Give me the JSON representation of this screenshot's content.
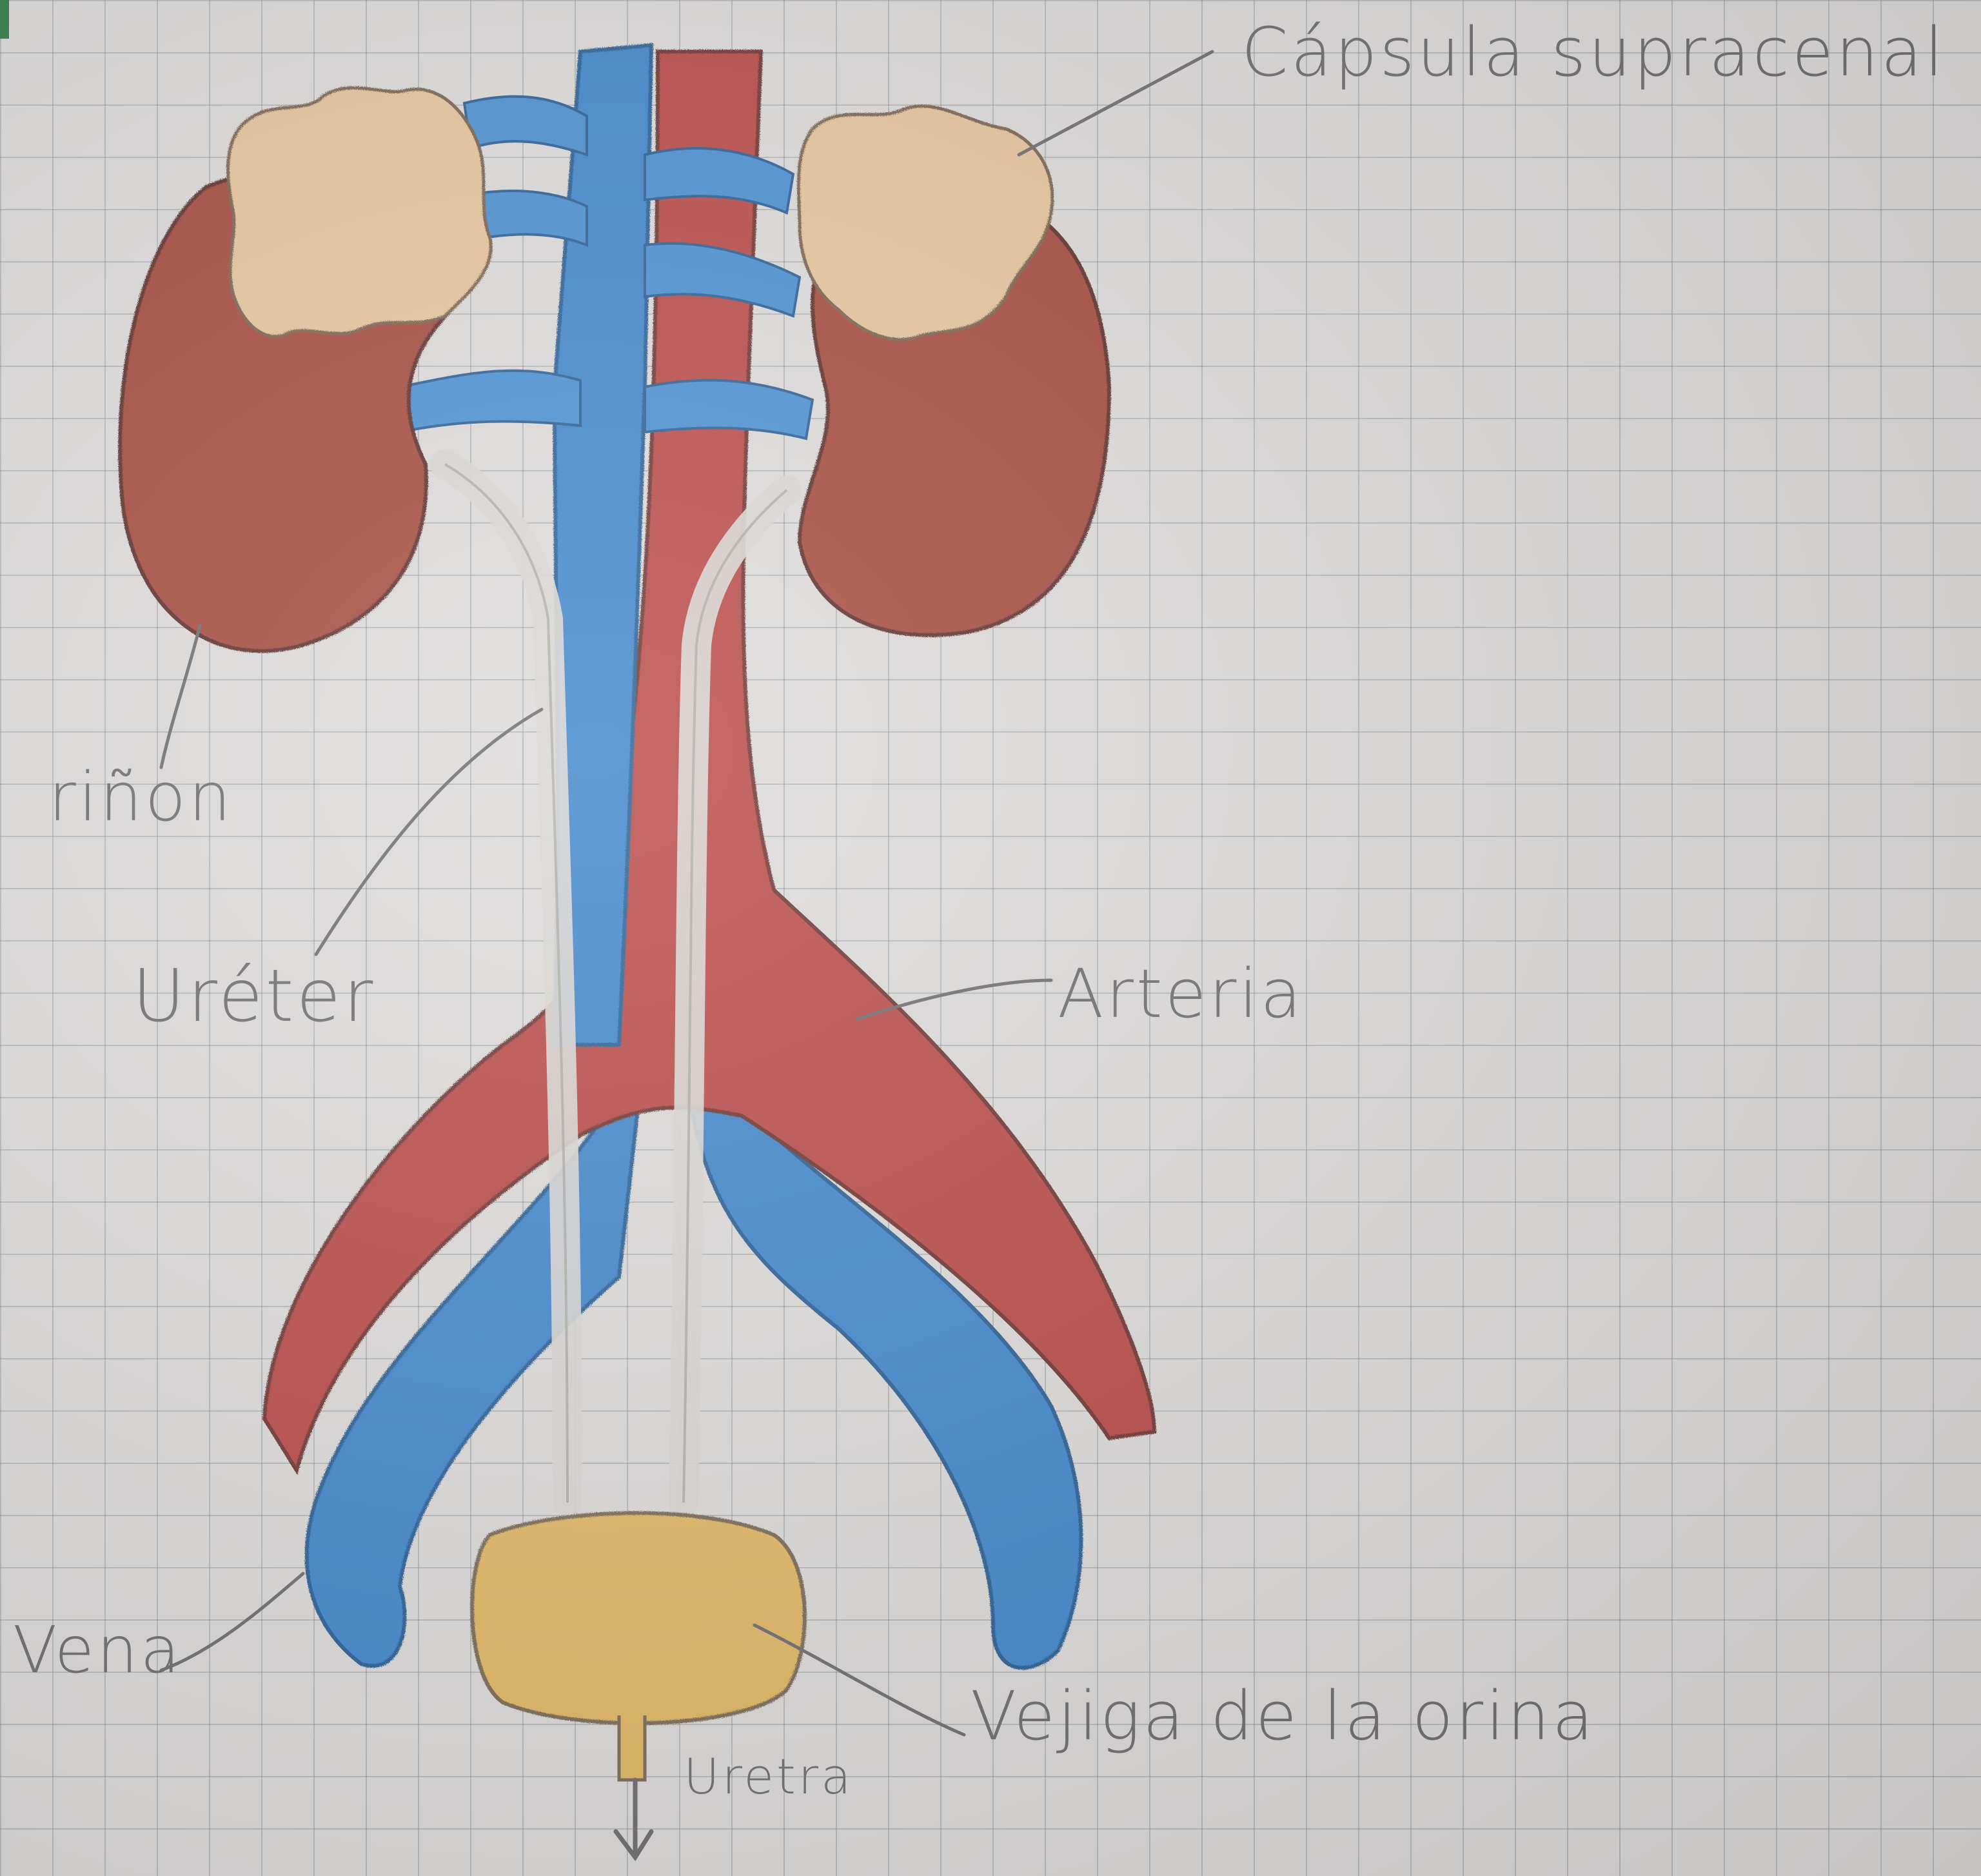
{
  "labels": {
    "capsula": "Cápsula supracenal",
    "rinon": "riñon",
    "ureter": "Uréter",
    "arteria": "Arteria",
    "vena": "Vena",
    "uretra": "Uretra",
    "vejiga": "Vejiga de la orina"
  },
  "colors": {
    "paper": "#dddbda",
    "grid": "#8a8a90",
    "kidney": "#a5493d",
    "adrenal": "#e6c59c",
    "vein": "#3f86cc",
    "artery": "#b94a46",
    "bladder": "#e2b763",
    "ureter": "#d8d6d2",
    "ink": "#6d6b6e"
  }
}
